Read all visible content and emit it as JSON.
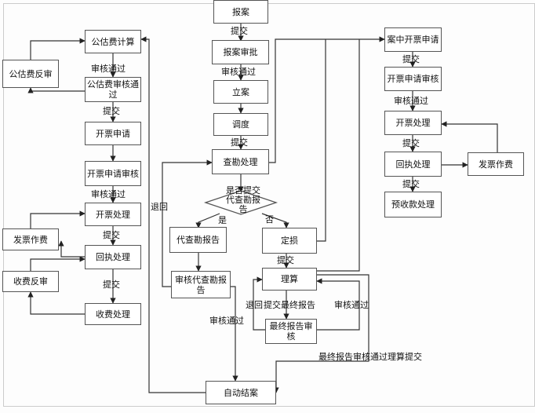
{
  "nodes": {
    "baoan": "报案",
    "baoan_shenpi": "报案审批",
    "lian": "立案",
    "diaodu": "调度",
    "chakan": "查勘处理",
    "decision": "是否提交代查勘报告",
    "daichakan": "代查勘报告",
    "shenhe_daichakan": "审核代查勘报告",
    "dingsun": "定损",
    "lisuan": "理算",
    "zuizhong": "最终报告审核",
    "zidong": "自动结案",
    "gongguji": "公估费计算",
    "gonggu_fanshen": "公估费反审",
    "gonggu_shenhe": "公估费审核通过",
    "L_kaipiao_shenqing": "开票申请",
    "L_kaipiao_shenhe": "开票申请审核",
    "L_kaipiao_chuli": "开票处理",
    "L_fapiao": "发票作费",
    "L_huizhi": "回执处理",
    "L_shoufei_fanshen": "收费反审",
    "L_shoufei": "收费处理",
    "R_anzhong": "案中开票申请",
    "R_kaipiao_shenhe": "开票申请审核",
    "R_kaipiao_chuli": "开票处理",
    "R_huizhi": "回执处理",
    "R_fapiao": "发票作费",
    "R_yushou": "预收款处理"
  },
  "labels": {
    "tijiao": "提交",
    "shenhe_tongguo": "审核通过",
    "shi": "是",
    "fou": "否",
    "tuihui": "退回",
    "tuihui_zuizhong": "退回",
    "tijiao_zuizhong": "提交最终报告",
    "zuizhong_shenhe_lisuan": "最终报告审核通过理算提交"
  }
}
